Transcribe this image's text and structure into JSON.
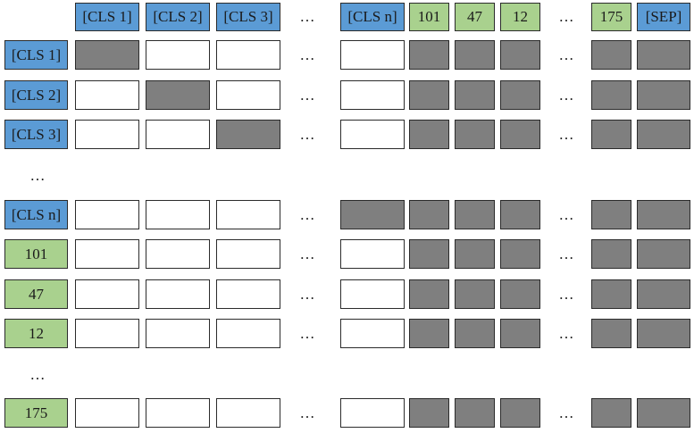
{
  "colors": {
    "cls_token": "#5b9bd5",
    "number_token": "#a9d18e",
    "masked": "#7f7f7f",
    "visible": "#ffffff"
  },
  "ellipsis": "…",
  "columns": [
    {
      "label": "[CLS 1]",
      "kind": "cls"
    },
    {
      "label": "[CLS 2]",
      "kind": "cls"
    },
    {
      "label": "[CLS 3]",
      "kind": "cls"
    },
    {
      "label": "…",
      "kind": "gap"
    },
    {
      "label": "[CLS n]",
      "kind": "cls"
    },
    {
      "label": "101",
      "kind": "num"
    },
    {
      "label": "47",
      "kind": "num"
    },
    {
      "label": "12",
      "kind": "num"
    },
    {
      "label": "…",
      "kind": "gap"
    },
    {
      "label": "175",
      "kind": "num"
    },
    {
      "label": "[SEP]",
      "kind": "cls"
    }
  ],
  "rows": [
    {
      "label": "[CLS 1]",
      "kind": "cls",
      "cells": "GWWWGGGGG"
    },
    {
      "label": "[CLS 2]",
      "kind": "cls",
      "cells": "WGWWGGGGG"
    },
    {
      "label": "[CLS 3]",
      "kind": "cls",
      "cells": "WWGWGGGGG"
    },
    {
      "label": "…",
      "kind": "gap"
    },
    {
      "label": "[CLS n]",
      "kind": "cls",
      "cells": "WWWGGGGGG"
    },
    {
      "label": "101",
      "kind": "num",
      "cells": "WWWWGGGGG"
    },
    {
      "label": "47",
      "kind": "num",
      "cells": "WWWWGGGGG"
    },
    {
      "label": "12",
      "kind": "num",
      "cells": "WWWWGGGGG"
    },
    {
      "label": "…",
      "kind": "gap"
    },
    {
      "label": "175",
      "kind": "num",
      "cells": "WWWWGGGGG"
    }
  ]
}
